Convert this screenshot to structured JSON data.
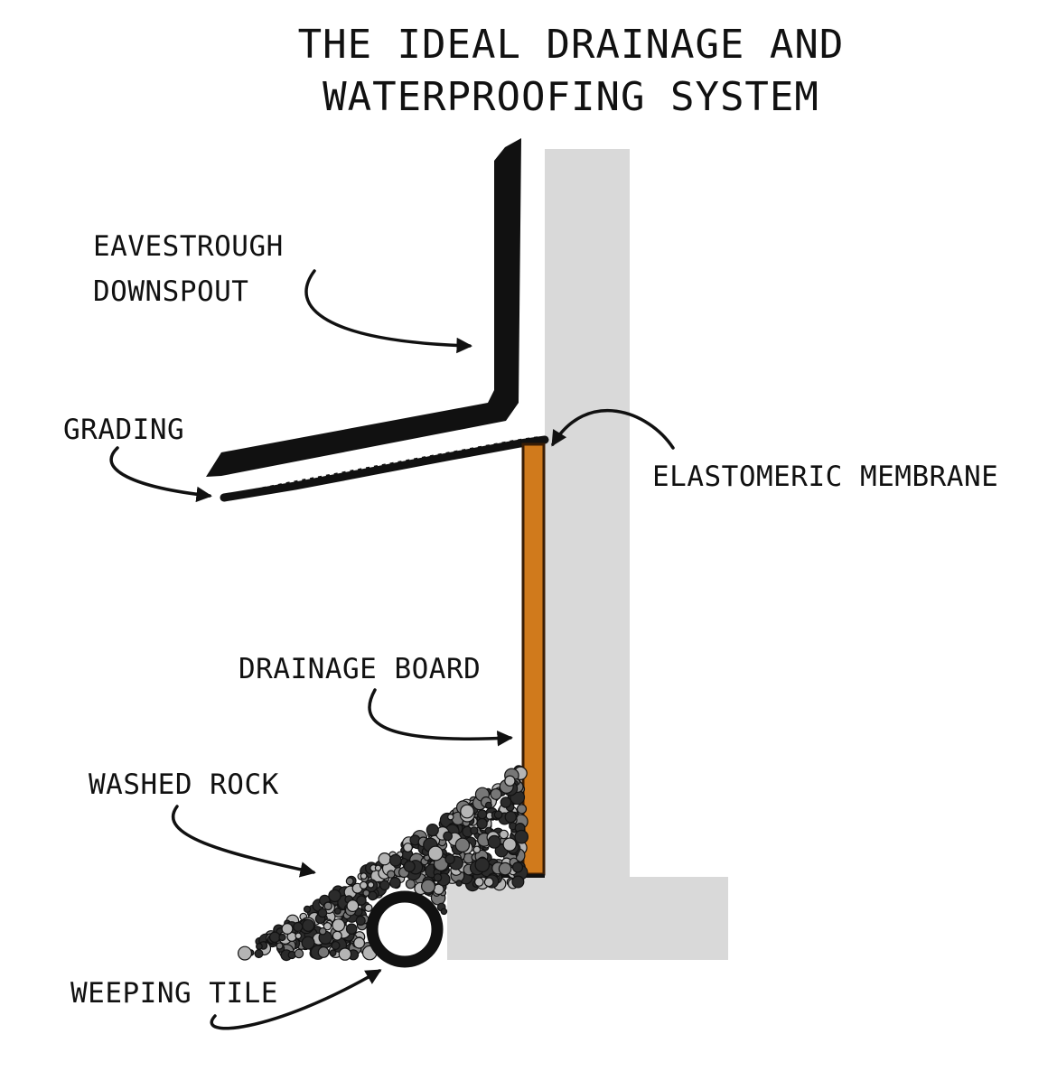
{
  "title": {
    "line1": "THE IDEAL DRAINAGE AND",
    "line2": "WATERPROOFING SYSTEM"
  },
  "labels": {
    "eavestrough_line1": "EAVESTROUGH",
    "eavestrough_line2": "DOWNSPOUT",
    "grading": "GRADING",
    "elastomeric_membrane": "ELASTOMERIC MEMBRANE",
    "drainage_board": "DRAINAGE BOARD",
    "washed_rock": "WASHED ROCK",
    "weeping_tile": "WEEPING TILE"
  },
  "colors": {
    "foundation_wall": "#d9d9d9",
    "downspout": "#111111",
    "drainage_board": "#d07a1c",
    "drainage_board_edge": "#3a1d05",
    "rock_dark": "#2b2b2b",
    "rock_mid": "#777777",
    "rock_light": "#b5b5b5",
    "text": "#111111"
  }
}
